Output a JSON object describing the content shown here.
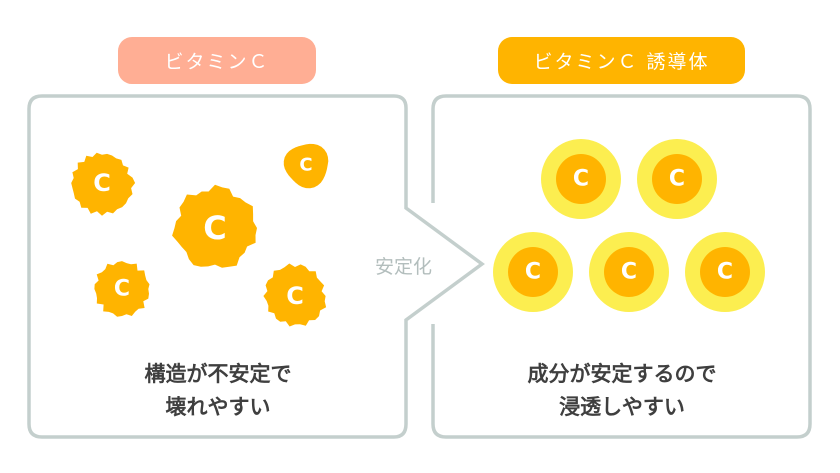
{
  "left_panel": {
    "title": "ビタミンＣ",
    "caption_line1": "構造が不安定で",
    "caption_line2": "壊れやすい",
    "molecule_label": "C",
    "color": "#ffae94"
  },
  "right_panel": {
    "title": "ビタミンＣ 誘導体",
    "caption_line1": "成分が安定するので",
    "caption_line2": "浸透しやすい",
    "molecule_label": "C",
    "color": "#ffb400",
    "halo_color": "#fcee50"
  },
  "arrow_label": "安定化"
}
